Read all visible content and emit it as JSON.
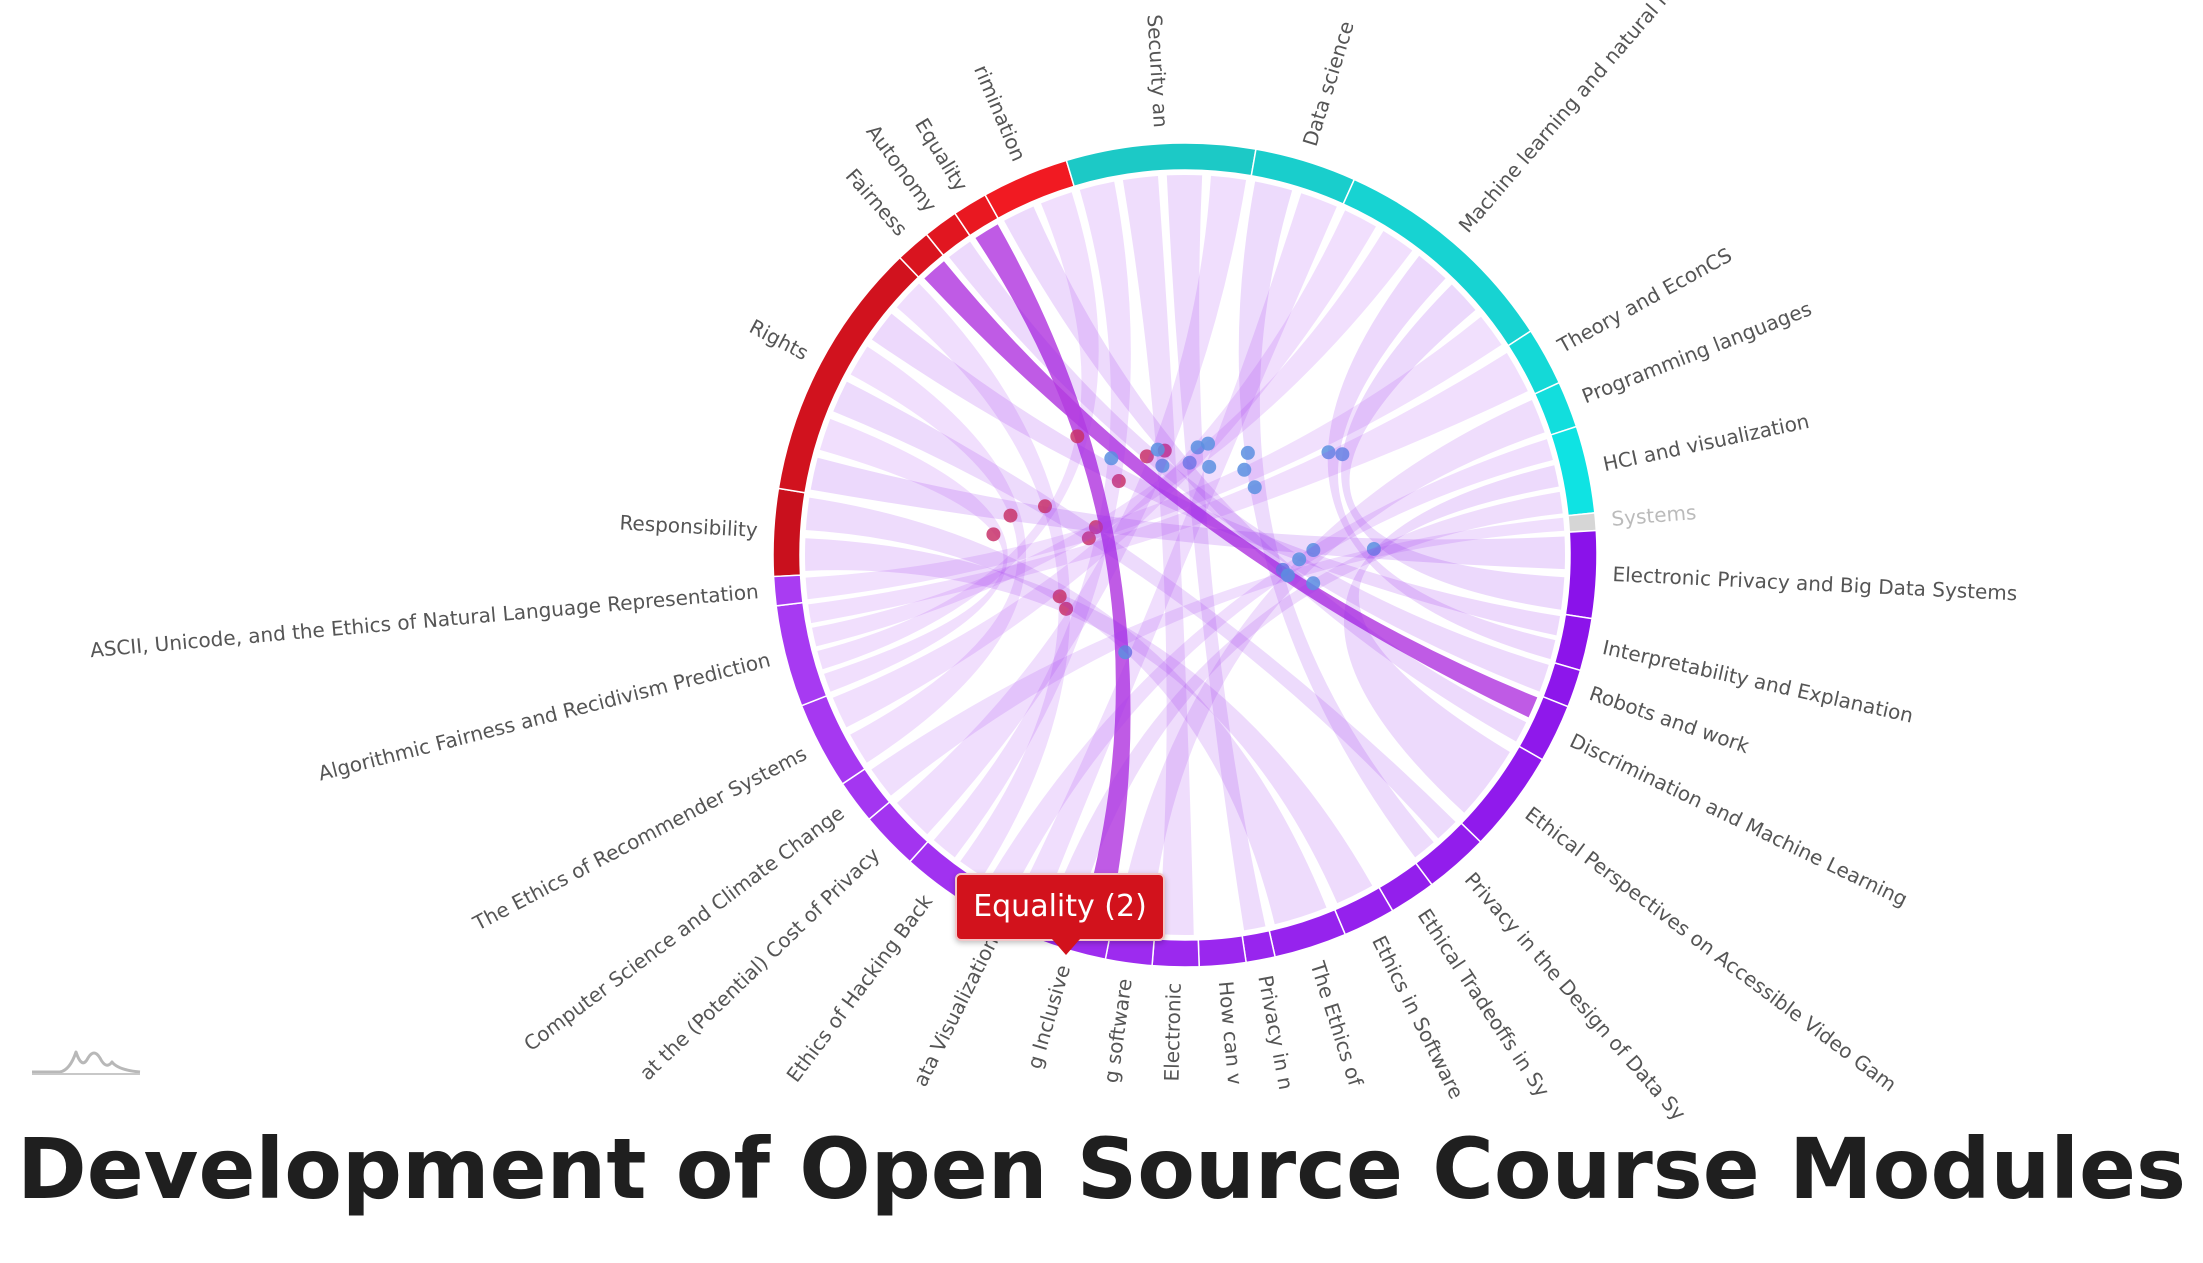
{
  "title": "Development of Open Source Course Modules",
  "tooltip": {
    "label": "Equality (2)"
  },
  "colors": {
    "modules": "#a93cf2",
    "modules_deep": "#8a12ea",
    "principles": "#c9101d",
    "principles_bright": "#f11a22",
    "fields": "#1cc9c6",
    "fields_bright": "#0fe3e3",
    "systems": "#d6d6d6",
    "highlight_a": "#e23a5c",
    "highlight_b": "#b43ee0"
  },
  "groups": [
    {
      "name": "principles",
      "nodes": [
        {
          "label": "Responsibility",
          "size": 3
        },
        {
          "label": "Rights",
          "size": 9
        },
        {
          "label": "Fairness",
          "size": 1.2
        },
        {
          "label": "Autonomy",
          "size": 1.2
        },
        {
          "label": "Equality",
          "size": 1.2
        },
        {
          "label": "rimination",
          "size": 3
        }
      ]
    },
    {
      "name": "fields",
      "nodes": [
        {
          "label": "Security an",
          "size": 6.5
        },
        {
          "label": "Data science",
          "size": 3.5
        },
        {
          "label": "Machine learning and natural language proc",
          "size": 8
        },
        {
          "label": "Theory and EconCS",
          "size": 2
        },
        {
          "label": "Programming languages",
          "size": 1.6
        },
        {
          "label": "HCI and visualization",
          "size": 3
        }
      ]
    },
    {
      "name": "systems",
      "nodes": [
        {
          "label": "Systems",
          "size": 0.6
        }
      ]
    },
    {
      "name": "modules",
      "nodes": [
        {
          "label": "Electronic Privacy and Big Data Systems",
          "size": 3
        },
        {
          "label": "Interpretability and Explanation",
          "size": 1.8
        },
        {
          "label": "Robots and work",
          "size": 1.3
        },
        {
          "label": "Discrimination and Machine Learning",
          "size": 2
        },
        {
          "label": "Ethical Perspectives on Accessible Video Gam",
          "size": 3.5
        },
        {
          "label": "Privacy in the Design of Data Sy",
          "size": 2.2
        },
        {
          "label": "Ethical Tradeoffs in Sy",
          "size": 1.6
        },
        {
          "label": "Ethics in Software",
          "size": 1.8
        },
        {
          "label": "The Ethics of",
          "size": 2.5
        },
        {
          "label": "Privacy in n",
          "size": 1
        },
        {
          "label": "How can v",
          "size": 1.6
        },
        {
          "label": "Electronic",
          "size": 1.6
        },
        {
          "label": "g software",
          "size": 1.6
        },
        {
          "label": "g Inclusive",
          "size": 2.5
        },
        {
          "label": "ata Visualization",
          "size": 2.5
        },
        {
          "label": "Ethics of Hacking Back",
          "size": 2.5
        },
        {
          "label": "at the (Potential) Cost of Privacy",
          "size": 2
        },
        {
          "label": "Computer Science and Climate Change",
          "size": 1.5
        },
        {
          "label": "The Ethics of Recommender Systems",
          "size": 3
        },
        {
          "label": "Algorithmic Fairness and Recidivism Prediction",
          "size": 3.5
        },
        {
          "label": "ASCII, Unicode, and the Ethics of Natural Language Representation",
          "size": 1
        }
      ]
    }
  ],
  "links": [
    [
      "g Inclusive",
      "Equality"
    ],
    [
      "Discrimination and Machine Learning",
      "Fairness"
    ],
    [
      "Rights",
      "Electronic Privacy and Big Data Systems"
    ],
    [
      "Rights",
      "Algorithmic Fairness and Recidivism Prediction"
    ],
    [
      "Rights",
      "Privacy in the Design of Data Sy"
    ],
    [
      "Rights",
      "The Ethics of Recommender Systems"
    ],
    [
      "Rights",
      "Interpretability and Explanation"
    ],
    [
      "Rights",
      "Ethics of Hacking Back"
    ],
    [
      "Responsibility",
      "Ethics in Software"
    ],
    [
      "Responsibility",
      "The Ethics of"
    ],
    [
      "rimination",
      "Discrimination and Machine Learning"
    ],
    [
      "rimination",
      "Algorithmic Fairness and Recidivism Prediction"
    ],
    [
      "Autonomy",
      "Robots and work"
    ],
    [
      "Security an",
      "Ethics of Hacking Back"
    ],
    [
      "Security an",
      "Electronic"
    ],
    [
      "Security an",
      "Privacy in n"
    ],
    [
      "Security an",
      "at the (Potential) Cost of Privacy"
    ],
    [
      "Data science",
      "Privacy in the Design of Data Sy"
    ],
    [
      "Data science",
      "ata Visualization"
    ],
    [
      "Machine learning and natural language proc",
      "The Ethics of Recommender Systems"
    ],
    [
      "Machine learning and natural language proc",
      "Algorithmic Fairness and Recidivism Prediction"
    ],
    [
      "Machine learning and natural language proc",
      "Interpretability and Explanation"
    ],
    [
      "Machine learning and natural language proc",
      "Electronic Privacy and Big Data Systems"
    ],
    [
      "Machine learning and natural language proc",
      "ASCII, Unicode, and the Ethics of Natural Language Representation"
    ],
    [
      "Theory and EconCS",
      "Algorithmic Fairness and Recidivism Prediction"
    ],
    [
      "Programming languages",
      "g software"
    ],
    [
      "HCI and visualization",
      "ata Visualization"
    ],
    [
      "HCI and visualization",
      "Ethical Perspectives on Accessible Video Gam"
    ],
    [
      "HCI and visualization",
      "g Inclusive"
    ],
    [
      "Systems",
      "Computer Science and Climate Change"
    ]
  ],
  "highlighted_links": [
    [
      "g Inclusive",
      "Equality"
    ],
    [
      "Discrimination and Machine Learning",
      "Fairness"
    ]
  ],
  "muted_labels": [
    "Systems"
  ]
}
